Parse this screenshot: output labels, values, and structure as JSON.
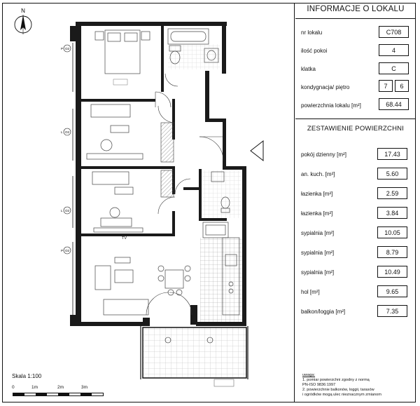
{
  "panel": {
    "title": "INFORMACJE O LOKALU",
    "info": [
      {
        "label": "nr lokalu",
        "value": "C708"
      },
      {
        "label": "ilość pokoi",
        "value": "4"
      },
      {
        "label": "klatka",
        "value": "C"
      },
      {
        "label": "kondygnacja/ piętro",
        "value": "7",
        "value2": "6"
      },
      {
        "label": "powierzchnia lokalu [m²]",
        "value": "68.44"
      }
    ],
    "summary_title": "ZESTAWIENIE POWIERZCHNI",
    "areas": [
      {
        "label": "pokój dzienny  [m²]",
        "value": "17.43"
      },
      {
        "label": "an. kuch. [m²]",
        "value": "5.60"
      },
      {
        "label": "łazienka [m²]",
        "value": "2.59"
      },
      {
        "label": "łazienka [m²]",
        "value": "3.84"
      },
      {
        "label": "sypialnia [m²]",
        "value": "10.05"
      },
      {
        "label": "sypialnia [m²]",
        "value": "8.79"
      },
      {
        "label": "sypialnia [m²]",
        "value": "10.49"
      },
      {
        "label": "hol [m²]",
        "value": "9.65"
      },
      {
        "label": "balkon/loggia [m²]",
        "value": "7.35"
      }
    ]
  },
  "notes": {
    "heading": "uwaga:",
    "lines": [
      "1. pomiar powierzchni zgodny z normą",
      "    PN-ISO 9836:1997",
      "2. powierzchnie balkonów, loggii, tarasów",
      "    i ogródków mogą ulec nieznacznym zmianom"
    ]
  },
  "scale": {
    "label": "Skala 1:100",
    "ticks": [
      "0",
      "1m",
      "2m",
      "3m"
    ]
  },
  "plan": {
    "compass": "N",
    "tv_label": "TV",
    "window_tags": [
      {
        "letter": "P",
        "top": "O2"
      },
      {
        "letter": "L",
        "top": "O2"
      },
      {
        "letter": "L",
        "top": "O2"
      },
      {
        "letter": "P",
        "top": "O2"
      }
    ]
  }
}
